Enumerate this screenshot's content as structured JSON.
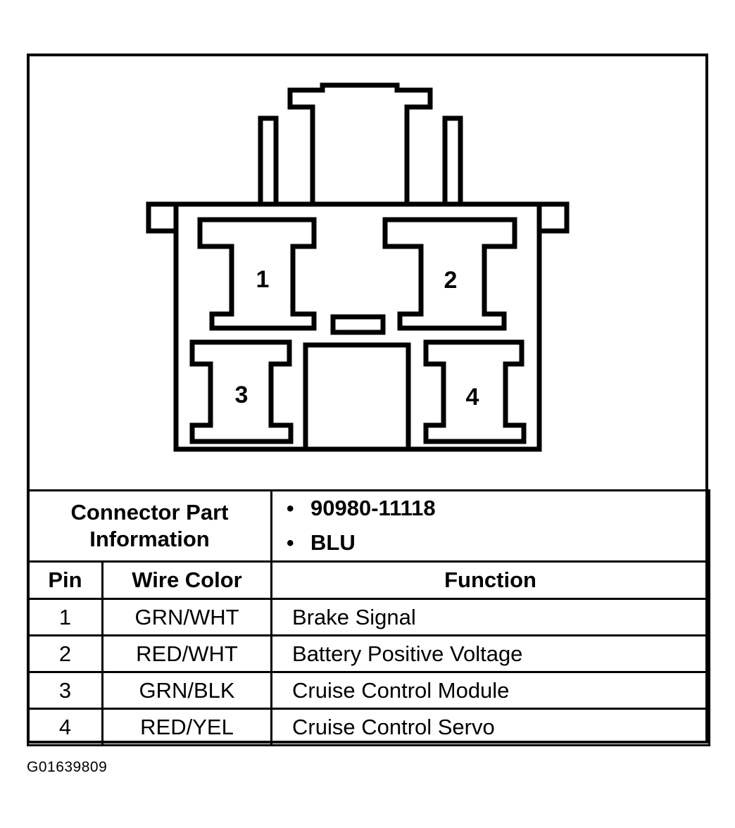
{
  "connector": {
    "cavities": [
      "1",
      "2",
      "3",
      "4"
    ]
  },
  "part_info": {
    "label_line1": "Connector Part",
    "label_line2": "Information",
    "values": [
      "90980-11118",
      "BLU"
    ]
  },
  "table": {
    "headers": {
      "pin": "Pin",
      "wire_color": "Wire Color",
      "function": "Function"
    },
    "rows": [
      {
        "pin": "1",
        "wire_color": "GRN/WHT",
        "function": "Brake Signal"
      },
      {
        "pin": "2",
        "wire_color": "RED/WHT",
        "function": "Battery Positive Voltage"
      },
      {
        "pin": "3",
        "wire_color": "GRN/BLK",
        "function": "Cruise Control Module"
      },
      {
        "pin": "4",
        "wire_color": "RED/YEL",
        "function": "Cruise Control Servo"
      }
    ]
  },
  "figure_code": "G01639809"
}
